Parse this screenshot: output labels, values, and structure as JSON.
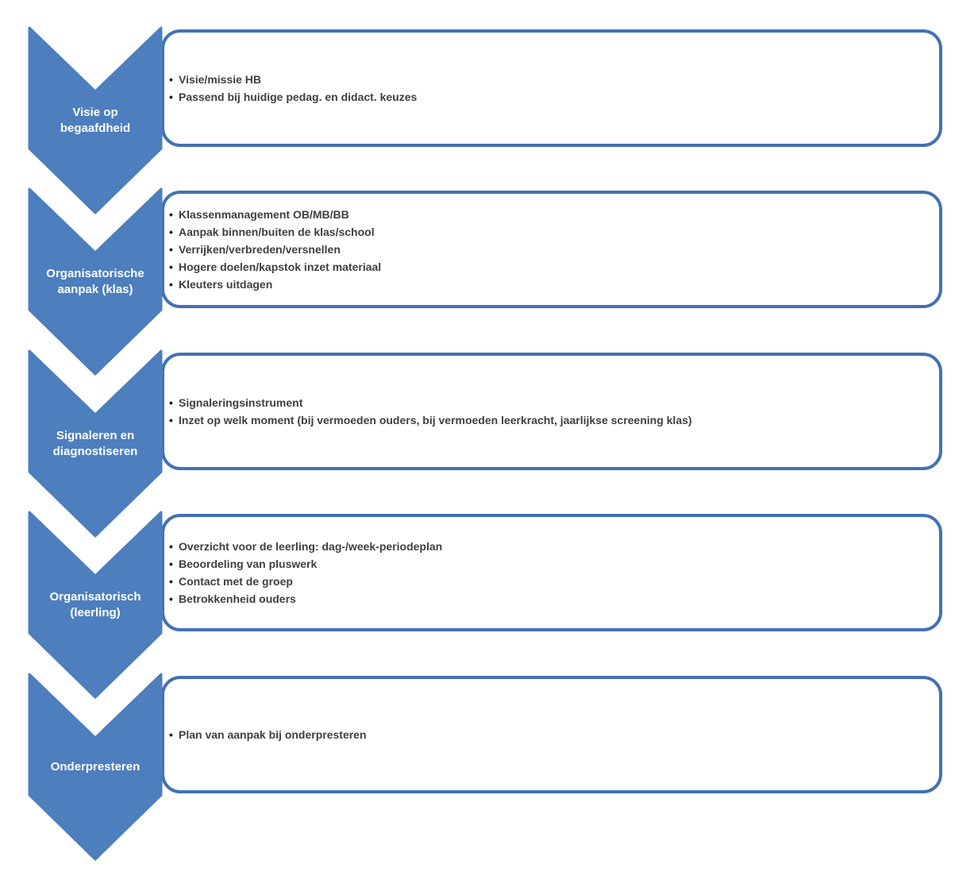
{
  "diagram": {
    "type": "vertical-chevron-process",
    "bullet_char": "•",
    "colors": {
      "chevron_fill": "#4d7ebd",
      "box_border": "#4272b4",
      "label_text": "#ffffff",
      "bullet_text": "#3f3f3f"
    },
    "steps": [
      {
        "label": "Visie op begaafdheid",
        "label_lines": [
          "Visie op",
          "begaafdheid"
        ],
        "bullets": [
          "Visie/missie HB",
          "Passend bij huidige pedag. en didact. keuzes"
        ]
      },
      {
        "label": "Organisatorische aanpak (klas)",
        "label_lines": [
          "Organisatorische",
          "aanpak (klas)"
        ],
        "bullets": [
          "Klassenmanagement OB/MB/BB",
          "Aanpak binnen/buiten de klas/school",
          "Verrijken/verbreden/versnellen",
          "Hogere doelen/kapstok inzet materiaal",
          "Kleuters uitdagen"
        ]
      },
      {
        "label": "Signaleren en diagnostiseren",
        "label_lines": [
          "Signaleren en",
          "diagnostiseren"
        ],
        "bullets": [
          "Signaleringsinstrument",
          "Inzet op welk moment (bij vermoeden ouders, bij vermoeden leerkracht, jaarlijkse screening klas)"
        ]
      },
      {
        "label": "Organisatorisch (leerling)",
        "label_lines": [
          "Organisatorisch",
          "(leerling)"
        ],
        "bullets": [
          "Overzicht voor de leerling: dag-/week-periodeplan",
          "Beoordeling van pluswerk",
          "Contact met de groep",
          "Betrokkenheid ouders"
        ]
      },
      {
        "label": "Onderpresteren",
        "label_lines": [
          "Onderpresteren"
        ],
        "bullets": [
          "Plan van aanpak bij onderpresteren"
        ]
      }
    ]
  }
}
